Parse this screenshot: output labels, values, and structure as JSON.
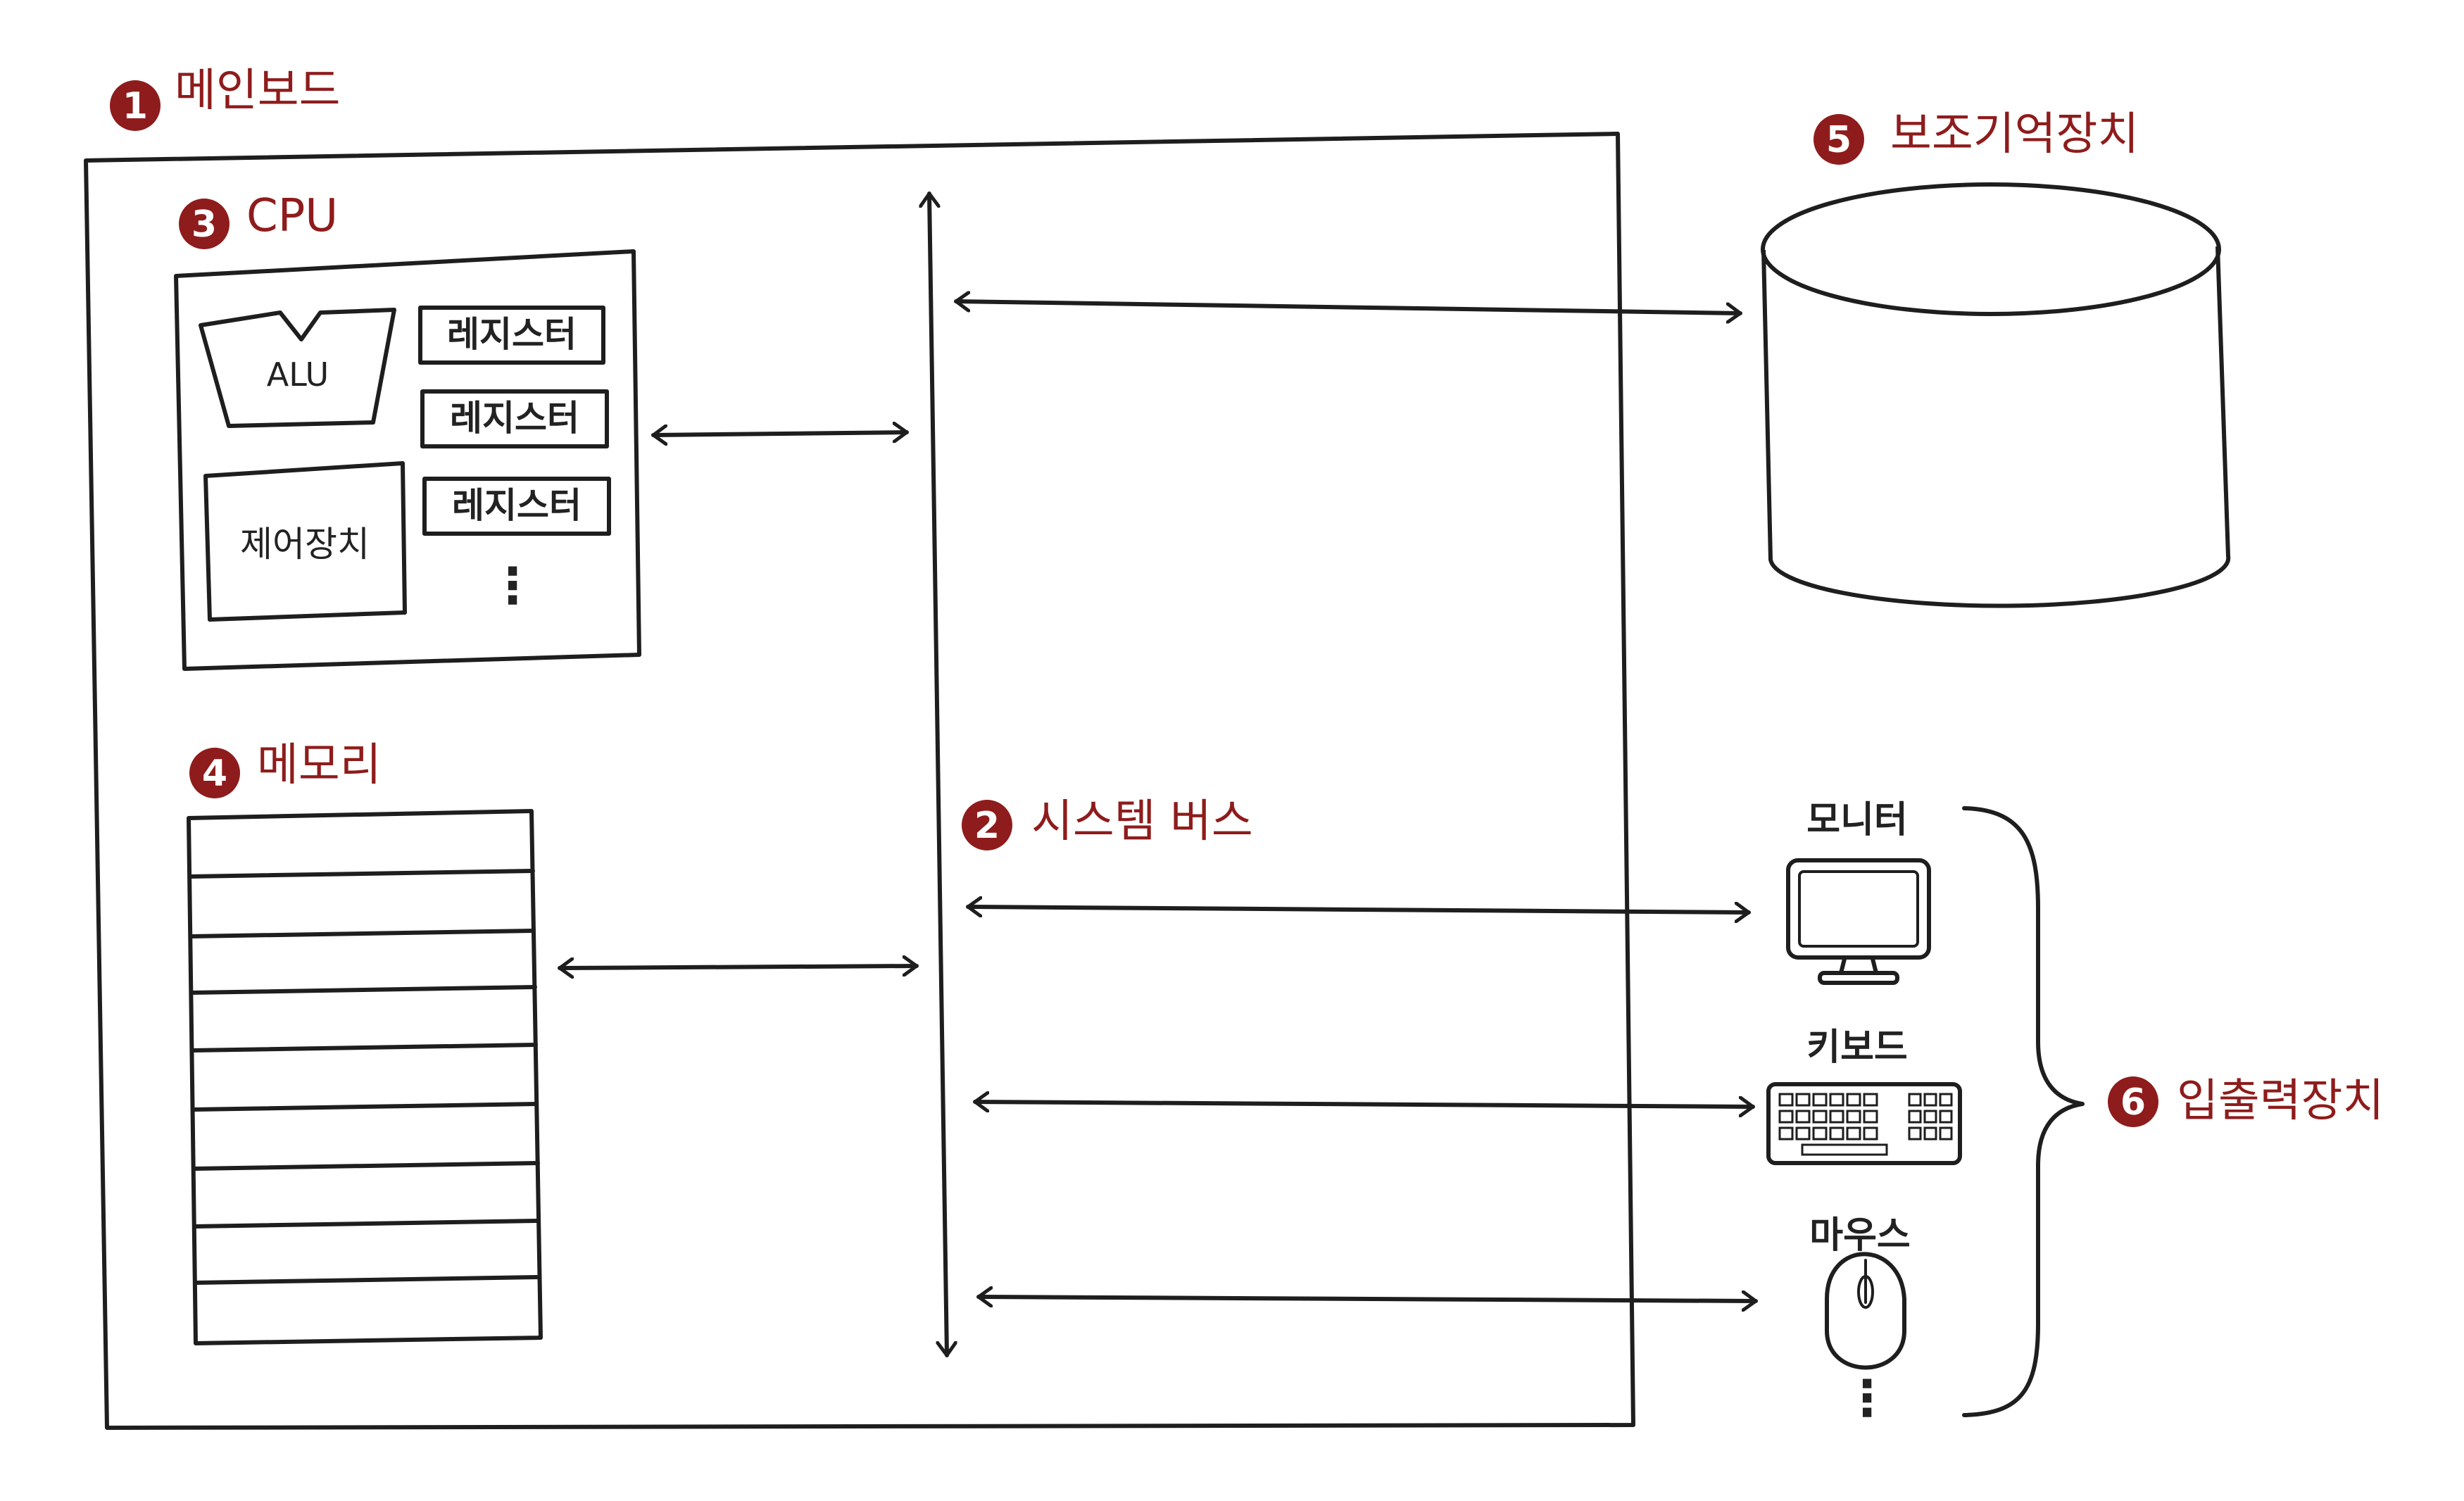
{
  "colors": {
    "accent": "#8e1c1c",
    "line": "#1e1e1e",
    "background": "#ffffff"
  },
  "labels": {
    "mainboard": {
      "num": "1",
      "text": "메인보드"
    },
    "system_bus": {
      "num": "2",
      "text": "시스템 버스"
    },
    "cpu": {
      "num": "3",
      "text": "CPU"
    },
    "memory": {
      "num": "4",
      "text": "메모리"
    },
    "storage": {
      "num": "5",
      "text": "보조기억장치"
    },
    "io": {
      "num": "6",
      "text": "입출력장치"
    }
  },
  "cpu": {
    "alu": "ALU",
    "control_unit": "제어장치",
    "registers": [
      "레지스터",
      "레지스터",
      "레지스터"
    ],
    "more": "⋮"
  },
  "devices": {
    "monitor": {
      "label": "모니터",
      "icon": "monitor-icon"
    },
    "keyboard": {
      "label": "키보드",
      "icon": "keyboard-icon"
    },
    "mouse": {
      "label": "마우스",
      "icon": "mouse-icon"
    },
    "more": "⋮"
  }
}
